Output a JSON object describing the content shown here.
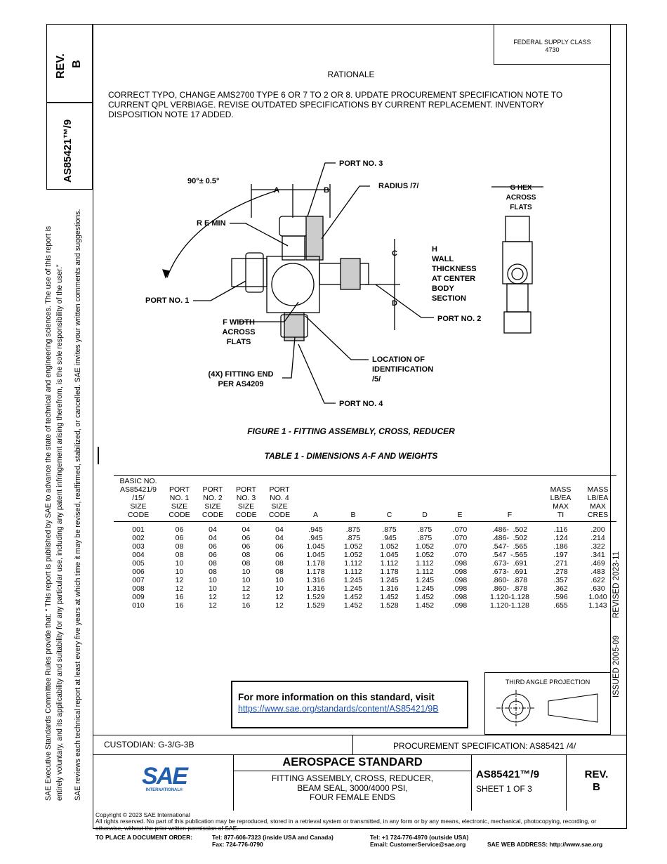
{
  "side": {
    "rev_label": "REV.",
    "rev_value": "B",
    "doc_number": "AS85421™/9",
    "disclaimer_1": "SAE Executive Standards Committee Rules provide that: “  This report is published by SAE to advance the state of technical and engineering sciences. The use of this report is",
    "disclaimer_2": "entirely voluntary, and its applicability and suitability for any particular use, including any patent infringement arising therefrom, is the sole responsibility of the user.”",
    "disclaimer_3": "SAE reviews each technical report at least every five years at which time it may be revised, reaffirmed, stabilized, or cancelled. SAE invites your written comments and suggestions.",
    "issued": "ISSUED 2005-09",
    "revised": "REVISED 2023-11"
  },
  "header": {
    "federal_supply_class": "FEDERAL SUPPLY CLASS",
    "fsc_number": "4730"
  },
  "rationale": {
    "title": "RATIONALE",
    "body": "CORRECT TYPO, CHANGE AMS2700 TYPE 6 OR 7 TO 2 OR 8. UPDATE PROCUREMENT SPECIFICATION NOTE TO CURRENT QPL VERBIAGE. REVISE OUTDATED SPECIFICATIONS BY CURRENT REPLACEMENT. INVENTORY DISPOSITION NOTE 17 ADDED."
  },
  "figure": {
    "caption": "FIGURE 1 - FITTING ASSEMBLY, CROSS, REDUCER",
    "labels": {
      "port3": "PORT NO. 3",
      "angle": "90°± 0.5°",
      "a": "A",
      "b": "B",
      "radius": "RADIUS /7/",
      "g_hex": "G HEX\nACROSS\nFLATS",
      "re_min": "R E MIN",
      "c": "C",
      "h_wall": "H\nWALL\nTHICKNESS\nAT CENTER\nBODY\nSECTION",
      "port1": "PORT NO. 1",
      "d": "D",
      "port2": "PORT NO. 2",
      "f_width": "F WIDTH\nACROSS\nFLATS",
      "location": "LOCATION OF\nIDENTIFICATION\n/5/",
      "fitting_end": "(4X) FITTING END\nPER AS4209",
      "port4": "PORT NO. 4"
    }
  },
  "table": {
    "caption": "TABLE 1 - DIMENSIONS A-F AND WEIGHTS",
    "headers": [
      "BASIC NO.\nAS85421/9\n/15/\nSIZE\nCODE",
      "PORT\nNO. 1\nSIZE\nCODE",
      "PORT\nNO. 2\nSIZE\nCODE",
      "PORT\nNO. 3\nSIZE\nCODE",
      "PORT\nNO. 4\nSIZE\nCODE",
      "A",
      "B",
      "C",
      "D",
      "E",
      "F",
      "MASS\nLB/EA\nMAX\nTI",
      "MASS\nLB/EA\nMAX\nCRES"
    ],
    "rows": [
      [
        "001",
        "06",
        "04",
        "04",
        "04",
        ".945",
        ".875",
        ".875",
        ".875",
        ".070",
        ".486-  .502",
        ".116",
        ".200"
      ],
      [
        "002",
        "06",
        "04",
        "06",
        "04",
        ".945",
        ".875",
        ".945",
        ".875",
        ".070",
        ".486-  .502",
        ".124",
        ".214"
      ],
      [
        "003",
        "08",
        "06",
        "06",
        "06",
        "1.045",
        "1.052",
        "1.052",
        "1.052",
        ".070",
        ".547-  .565",
        ".186",
        ".322"
      ],
      [
        "004",
        "08",
        "06",
        "08",
        "06",
        "1.045",
        "1.052",
        "1.045",
        "1.052",
        ".070",
        ".547  -.565",
        ".197",
        ".341"
      ],
      [
        "005",
        "10",
        "08",
        "08",
        "08",
        "1.178",
        "1.112",
        "1.112",
        "1.112",
        ".098",
        ".673-  .691",
        ".271",
        ".469"
      ],
      [
        "006",
        "10",
        "08",
        "10",
        "08",
        "1.178",
        "1.112",
        "1.178",
        "1.112",
        ".098",
        ".673-  .691",
        ".278",
        ".483"
      ],
      [
        "007",
        "12",
        "10",
        "10",
        "10",
        "1.316",
        "1.245",
        "1.245",
        "1.245",
        ".098",
        ".860-  .878",
        ".357",
        ".622"
      ],
      [
        "008",
        "12",
        "10",
        "12",
        "10",
        "1.316",
        "1.245",
        "1.316",
        "1.245",
        ".098",
        ".860-  .878",
        ".362",
        ".630"
      ],
      [
        "009",
        "16",
        "12",
        "12",
        "12",
        "1.529",
        "1.452",
        "1.452",
        "1.452",
        ".098",
        "1.120-1.128",
        ".596",
        "1.040"
      ],
      [
        "010",
        "16",
        "12",
        "16",
        "12",
        "1.529",
        "1.452",
        "1.528",
        "1.452",
        ".098",
        "1.120-1.128",
        ".655",
        "1.143"
      ]
    ]
  },
  "info_box": {
    "text": "For more information on this standard, visit",
    "link": "https://www.sae.org/standards/content/AS85421/9B"
  },
  "projection": {
    "label": "THIRD ANGLE PROJECTION"
  },
  "title_block": {
    "custodian": "CUSTODIAN: G-3/G-3B",
    "procurement": "PROCUREMENT SPECIFICATION: AS85421 /4/",
    "standard_type": "AEROSPACE STANDARD",
    "description": "FITTING ASSEMBLY, CROSS, REDUCER,\nBEAM SEAL, 3000/4000 PSI,\nFOUR FEMALE ENDS",
    "doc_number": "AS85421™/9",
    "sheet": "SHEET 1 OF 3",
    "rev_label": "REV.",
    "rev_value": "B",
    "logo_text": "SAE",
    "logo_sub": "INTERNATIONAL®"
  },
  "footer": {
    "copyright": "Copyright © 2023 SAE International",
    "rights": "All rights reserved. No part of this publication may be reproduced, stored in a retrieval system or transmitted, in any form or by any means, electronic, mechanical, photocopying, recording, or otherwise, without the prior written permission of SAE.",
    "order_label": "TO PLACE A DOCUMENT ORDER:",
    "tel_us": "Tel: 877-606-7323 (inside USA and Canada)",
    "fax": "Fax: 724-776-0790",
    "tel_outside": "Tel: +1 724-776-4970 (outside USA)",
    "email": "Email: CustomerService@sae.org",
    "web": "SAE WEB ADDRESS: http://www.sae.org"
  }
}
